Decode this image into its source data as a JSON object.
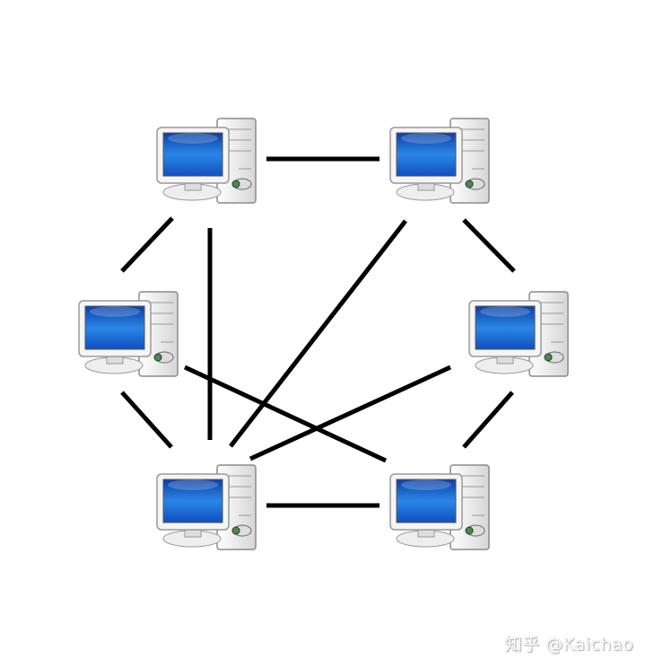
{
  "diagram": {
    "type": "mesh network topology",
    "nodes": [
      {
        "id": "pc-top-left",
        "icon": "desktop-computer-icon"
      },
      {
        "id": "pc-top-right",
        "icon": "desktop-computer-icon"
      },
      {
        "id": "pc-mid-left",
        "icon": "desktop-computer-icon"
      },
      {
        "id": "pc-mid-right",
        "icon": "desktop-computer-icon"
      },
      {
        "id": "pc-bottom-left",
        "icon": "desktop-computer-icon"
      },
      {
        "id": "pc-bottom-right",
        "icon": "desktop-computer-icon"
      }
    ],
    "links": [
      [
        "pc-top-left",
        "pc-top-right"
      ],
      [
        "pc-top-left",
        "pc-mid-left"
      ],
      [
        "pc-top-left",
        "pc-bottom-left"
      ],
      [
        "pc-top-right",
        "pc-mid-right"
      ],
      [
        "pc-top-right",
        "pc-bottom-left"
      ],
      [
        "pc-mid-left",
        "pc-bottom-left"
      ],
      [
        "pc-mid-left",
        "pc-bottom-right"
      ],
      [
        "pc-mid-right",
        "pc-bottom-left"
      ],
      [
        "pc-mid-right",
        "pc-bottom-right"
      ],
      [
        "pc-bottom-left",
        "pc-bottom-right"
      ]
    ]
  },
  "watermark": "知乎 @Kaichao",
  "colors": {
    "link": "#000000",
    "screen": "#1e6fd0",
    "case": "#f2f2f2"
  }
}
